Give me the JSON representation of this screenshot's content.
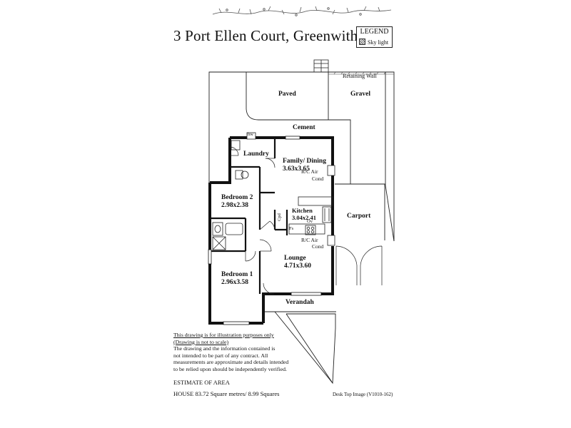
{
  "title": "3 Port Ellen Court,  Greenwith",
  "legend": {
    "title": "LEGEND",
    "skylight_label": "Sky light"
  },
  "outdoor": {
    "retaining_wall": "Retaining Wall",
    "paved": "Paved",
    "gravel": "Gravel",
    "cement": "Cement",
    "carport": "Carport",
    "verandah": "Verandah"
  },
  "rooms": {
    "laundry": {
      "name": "Laundry"
    },
    "family_dining": {
      "name": "Family/ Dining",
      "size": "3.63x3.65"
    },
    "bedroom2": {
      "name": "Bedroom 2",
      "size": "2.98x2.38"
    },
    "kitchen": {
      "name": "Kitchen",
      "size": "3.04x2.41"
    },
    "lounge": {
      "name": "Lounge",
      "size": "4.71x3.60"
    },
    "bedroom1": {
      "name": "Bedroom 1",
      "size": "2.96x3.58"
    }
  },
  "fixtures": {
    "hws": "hw",
    "rc_air_1": "R/C Air",
    "cond_1": "Cond",
    "rc_air_2": "R/C Air",
    "cond_2": "Cond",
    "cpd": "Cpd",
    "fs": "Fs",
    "ov": "Ov"
  },
  "notes": {
    "line1": "This drawing is for illustration purposes only",
    "line2": "(Drawing is not to scale)",
    "line3": "The drawing and the information contained is",
    "line4": "not intended to be part of any contract.  All",
    "line5": "measurements are approximate and details intended",
    "line6": "to be relied upon should be independently verified."
  },
  "area": {
    "title": "ESTIMATE OF AREA",
    "house": "HOUSE  83.72 Square metres/ 8.99 Squares"
  },
  "reference": "Desk Top Image  (V1010-162)"
}
